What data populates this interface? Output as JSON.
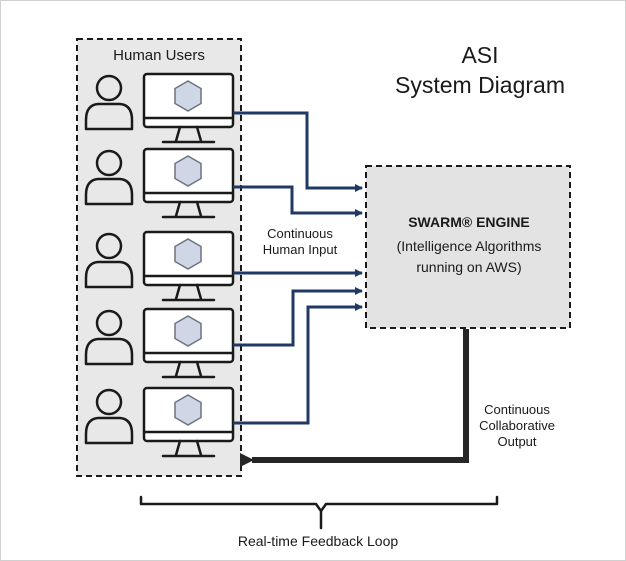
{
  "title": {
    "line1": "ASI",
    "line2": "System Diagram"
  },
  "users_panel": {
    "title": "Human Users",
    "count": 5,
    "panel_color": "#e8e8e8"
  },
  "engine": {
    "name": "SWARM® ENGINE",
    "desc_line1": "(Intelligence Algorithms",
    "desc_line2": "running on AWS)",
    "fill_color": "#e3e3e3"
  },
  "labels": {
    "input_line1": "Continuous",
    "input_line2": "Human Input",
    "output_line1": "Continuous",
    "output_line2": "Collaborative",
    "output_line3": "Output",
    "loop": "Real-time Feedback Loop"
  },
  "colors": {
    "input_arrow": "#1f3864",
    "output_arrow": "#262626",
    "hexagon_fill": "#cfd6e6",
    "outline": "#1a1a1a"
  },
  "icons": [
    "user-icon",
    "monitor-icon",
    "hexagon-icon"
  ]
}
